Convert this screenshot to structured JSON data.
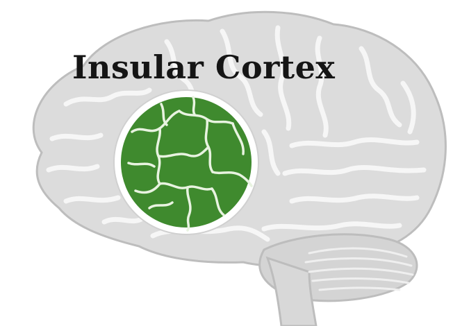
{
  "diagram": {
    "title": "Insular Cortex",
    "colors": {
      "brain_fill": "#dcdcdc",
      "brain_outline": "#bdbdbd",
      "gyri_lines": "#f6f6f6",
      "insula_fill": "#3f8a2e",
      "insula_ring": "#ffffff",
      "insula_veins": "#e8f3e0",
      "label_text": "#151515"
    },
    "icons": [
      "brain-illustration",
      "insular-cortex-highlight"
    ]
  }
}
